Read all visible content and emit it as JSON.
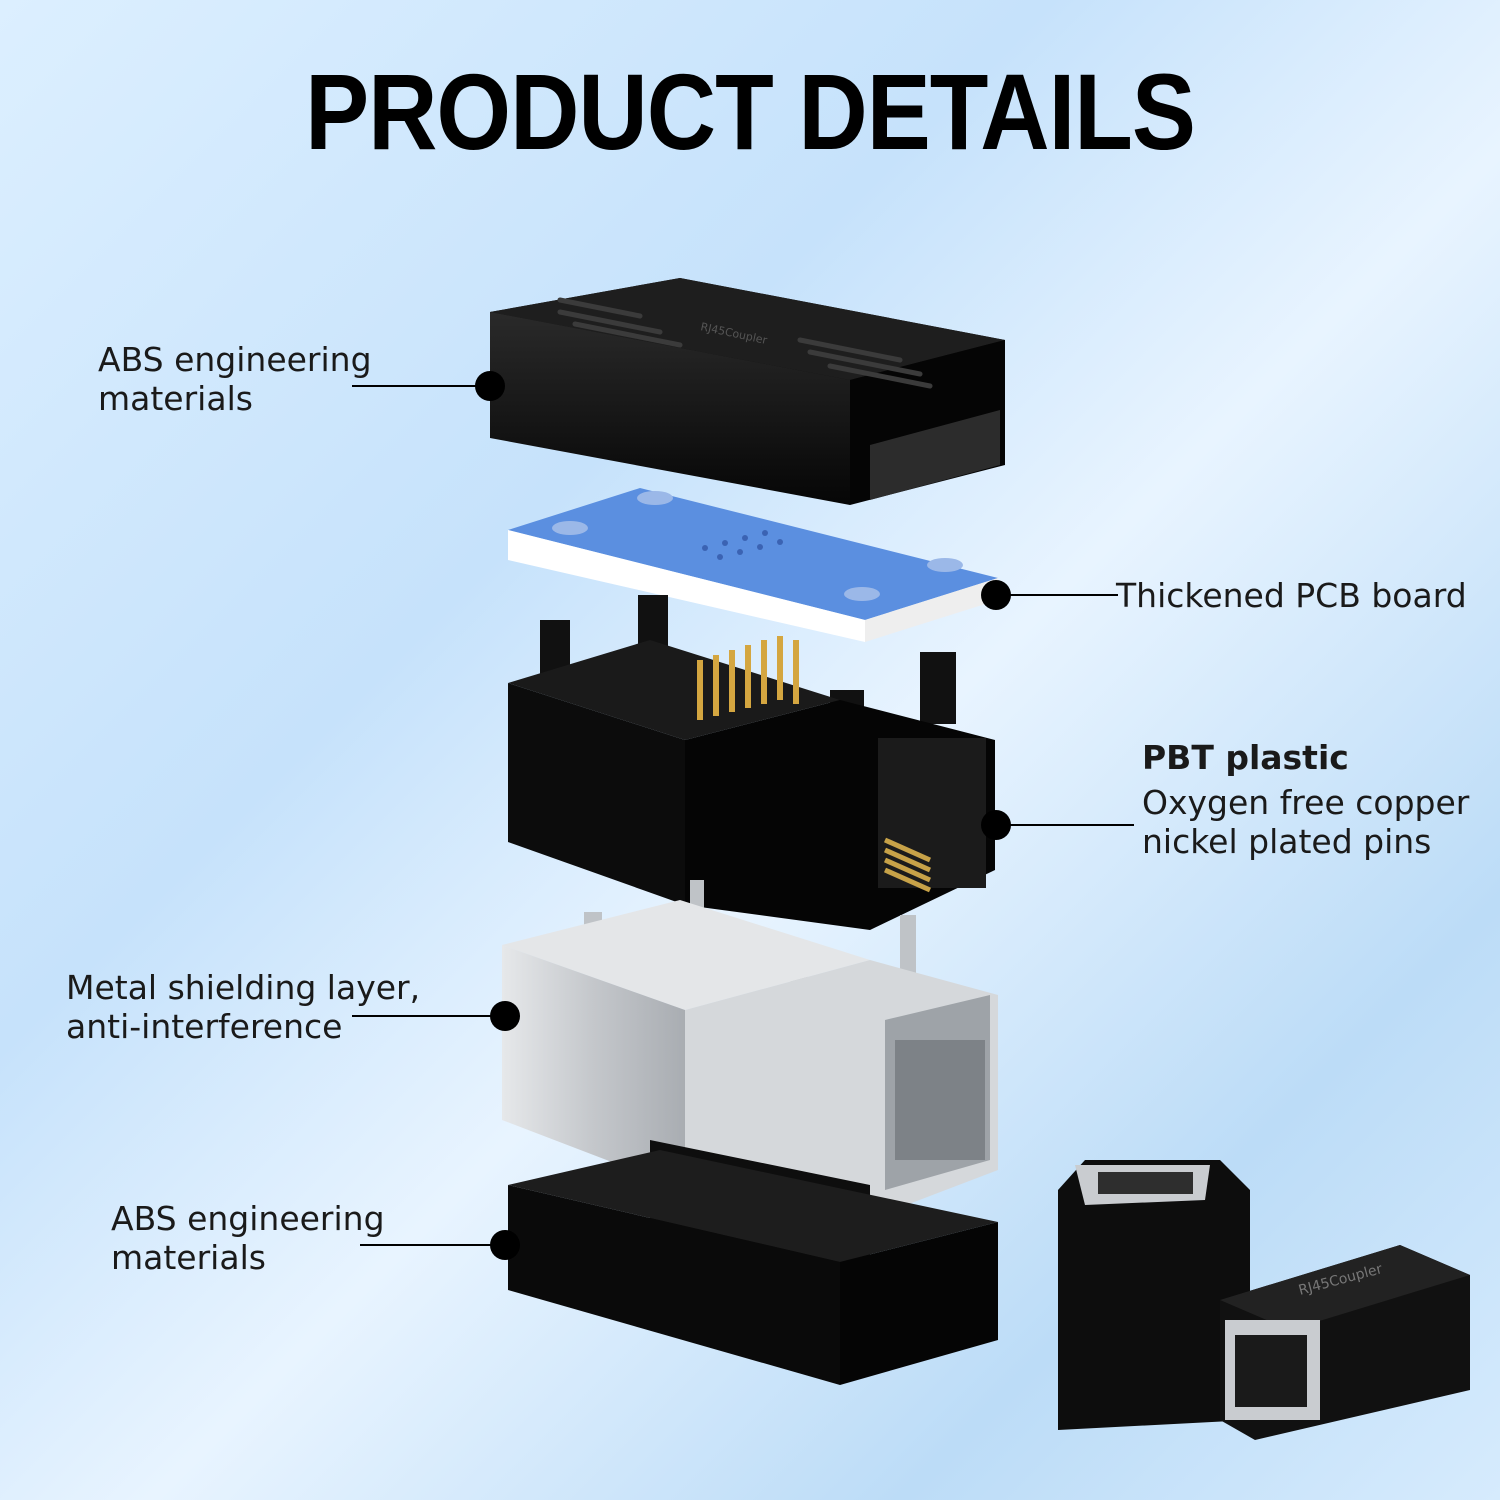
{
  "title": "PRODUCT DETAILS",
  "labels": {
    "abs_top": {
      "line1": "ABS engineering",
      "line2": "materials"
    },
    "pcb": {
      "line1": "Thickened PCB board"
    },
    "pbt": {
      "heading": "PBT plastic",
      "line1": "Oxygen free copper",
      "line2": "nickel plated pins"
    },
    "metal": {
      "line1": "Metal shielding layer,",
      "line2": "anti-interference"
    },
    "abs_bottom": {
      "line1": "ABS engineering",
      "line2": "materials"
    }
  },
  "product_marking": "RJ45Coupler",
  "colors": {
    "background": "#cfe6fb",
    "plastic": "#111111",
    "pcb_top": "#5b8fe0",
    "pcb_side": "#ffffff",
    "metal": "#c9ccd0",
    "pins": "#d4a640"
  }
}
